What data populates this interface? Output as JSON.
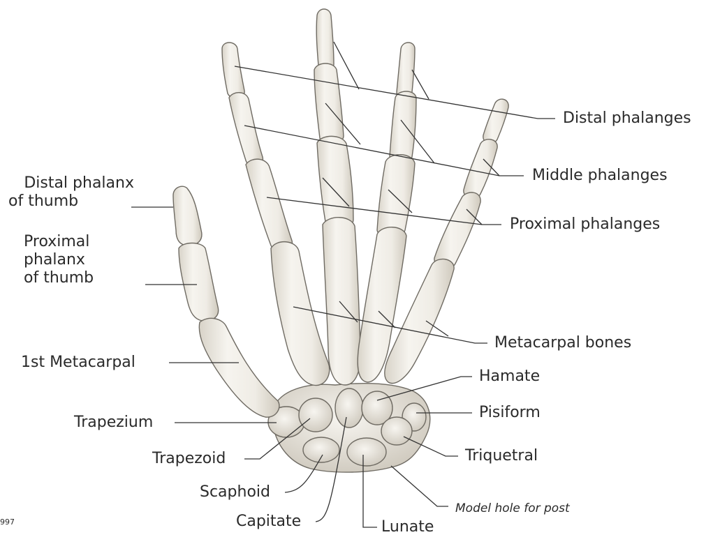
{
  "labels": {
    "distal_phalanges": "Distal phalanges",
    "middle_phalanges": "Middle phalanges",
    "proximal_phalanges": "Proximal phalanges",
    "distal_phalanx_thumb_1": "Distal phalanx",
    "distal_phalanx_thumb_2": "of thumb",
    "proximal_phalanx_thumb_1": "Proximal",
    "proximal_phalanx_thumb_2": "phalanx",
    "proximal_phalanx_thumb_3": "of thumb",
    "metacarpal_bones": "Metacarpal bones",
    "first_metacarpal": "1st Metacarpal",
    "hamate": "Hamate",
    "pisiform": "Pisiform",
    "trapezium": "Trapezium",
    "trapezoid": "Trapezoid",
    "triquetral": "Triquetral",
    "scaphoid": "Scaphoid",
    "capitate": "Capitate",
    "lunate": "Lunate",
    "model_hole": "Model hole for post",
    "page_mark": "997"
  },
  "colors": {
    "bone_fill": "#f1efe9",
    "bone_stroke": "#6f6b63",
    "bone_shade": "#c9c4b8",
    "leader": "#333333"
  }
}
